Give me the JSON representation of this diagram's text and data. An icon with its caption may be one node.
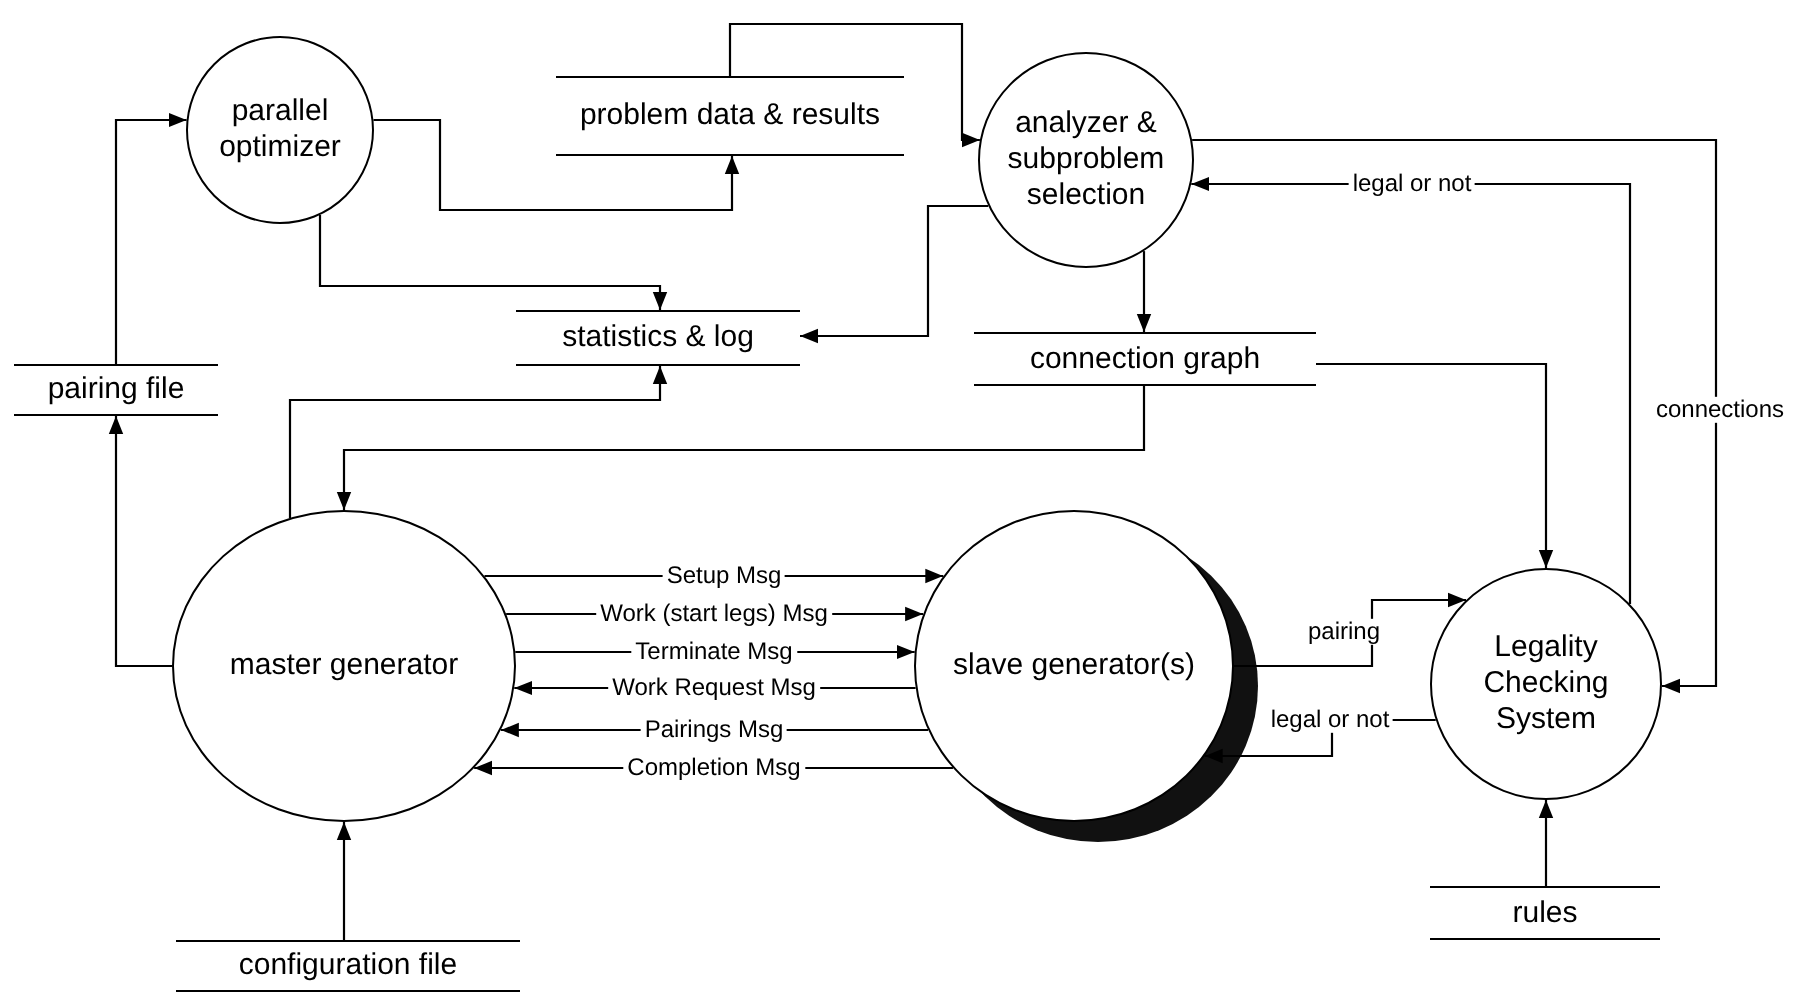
{
  "diagram": {
    "nodes": [
      {
        "text": [
          "parallel optimizer"
        ]
      },
      {
        "text": [
          "problem data & results"
        ]
      },
      {
        "text": [
          "analyzer & subproblem selection"
        ]
      },
      {
        "text": [
          "statistics & log"
        ]
      },
      {
        "text": [
          "connection graph"
        ]
      },
      {
        "text": [
          "pairing file"
        ]
      },
      {
        "text": [
          "master generator"
        ]
      },
      {
        "text": [
          "slave generator(s)"
        ]
      },
      {
        "text": [
          "Legality Checking System"
        ]
      },
      {
        "text": [
          "configuration file"
        ]
      },
      {
        "text": [
          "rules"
        ]
      }
    ],
    "edges": [
      {
        "from": 5,
        "to": 0,
        "arrow": "to"
      },
      {
        "from": 0,
        "to": 1,
        "arrow": "to"
      },
      {
        "from": 1,
        "to": 2,
        "arrow": "to"
      },
      {
        "from": 0,
        "to": 3,
        "arrow": "to"
      },
      {
        "from": 2,
        "to": 3,
        "arrow": "to"
      },
      {
        "from": 2,
        "to": 4,
        "arrow": "to"
      },
      {
        "from": 6,
        "to": 3,
        "arrow": "to"
      },
      {
        "from": 4,
        "to": 6,
        "arrow": "to"
      },
      {
        "from": 4,
        "to": 8,
        "arrow": "to"
      },
      {
        "from": 2,
        "to": 8,
        "arrow": "to",
        "label": "connections"
      },
      {
        "from": 8,
        "to": 2,
        "arrow": "to",
        "label": "legal or not"
      },
      {
        "from": 6,
        "to": 5,
        "arrow": "to"
      },
      {
        "from": 9,
        "to": 6,
        "arrow": "to"
      },
      {
        "from": 10,
        "to": 8,
        "arrow": "to"
      },
      {
        "from": 6,
        "to": 7,
        "arrow": "to",
        "label": "Setup Msg"
      },
      {
        "from": 6,
        "to": 7,
        "arrow": "to",
        "label": "Work (start legs) Msg"
      },
      {
        "from": 6,
        "to": 7,
        "arrow": "to",
        "label": "Terminate Msg"
      },
      {
        "from": 7,
        "to": 6,
        "arrow": "to",
        "label": "Work Request  Msg"
      },
      {
        "from": 7,
        "to": 6,
        "arrow": "to",
        "label": "Pairings Msg"
      },
      {
        "from": 7,
        "to": 6,
        "arrow": "to",
        "label": "Completion Msg"
      },
      {
        "from": 7,
        "to": 8,
        "arrow": "to",
        "label": "pairing"
      },
      {
        "from": 8,
        "to": 7,
        "arrow": "to",
        "label": "legal or not"
      }
    ]
  }
}
